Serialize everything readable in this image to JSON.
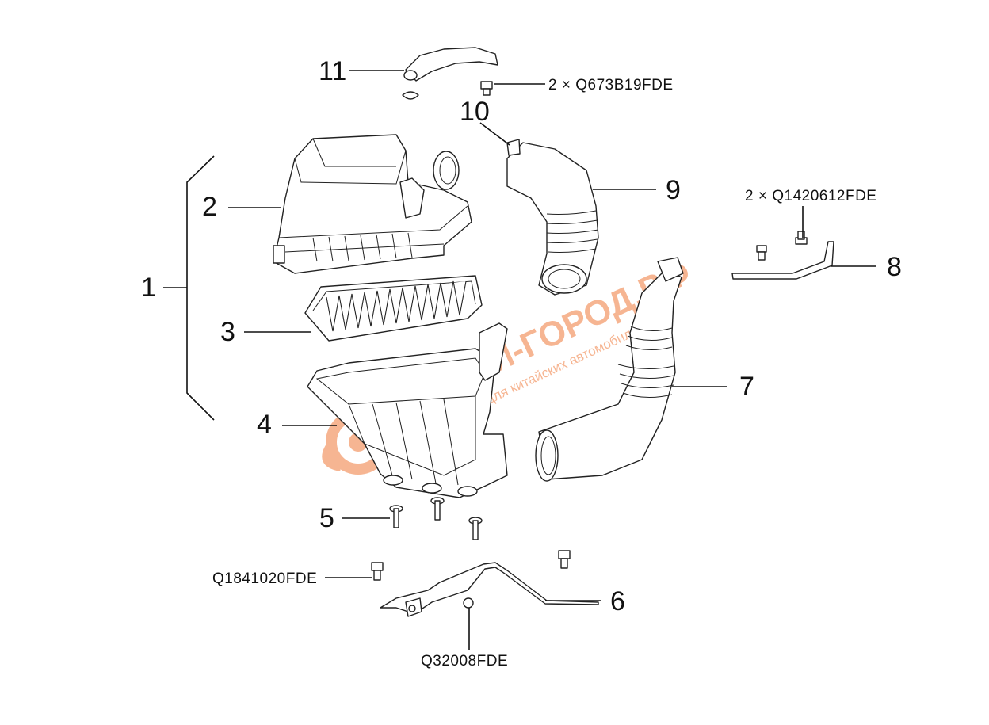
{
  "diagram": {
    "callouts": {
      "c1": "1",
      "c2": "2",
      "c3": "3",
      "c4": "4",
      "c5": "5",
      "c6": "6",
      "c7": "7",
      "c8": "8",
      "c9": "9",
      "c10": "10",
      "c11": "11"
    },
    "part_codes": {
      "clamp_bolts": "2 × Q673B19FDE",
      "bracket_bolts": "2 × Q1420612FDE",
      "bolt_left": "Q1841020FDE",
      "nut_bottom": "Q32008FDE"
    }
  },
  "watermark": {
    "brand": "КИТАЙ-ГОРОД.РФ",
    "tagline": "запчасти для китайских автомобилей",
    "color": "#f07a3a"
  }
}
